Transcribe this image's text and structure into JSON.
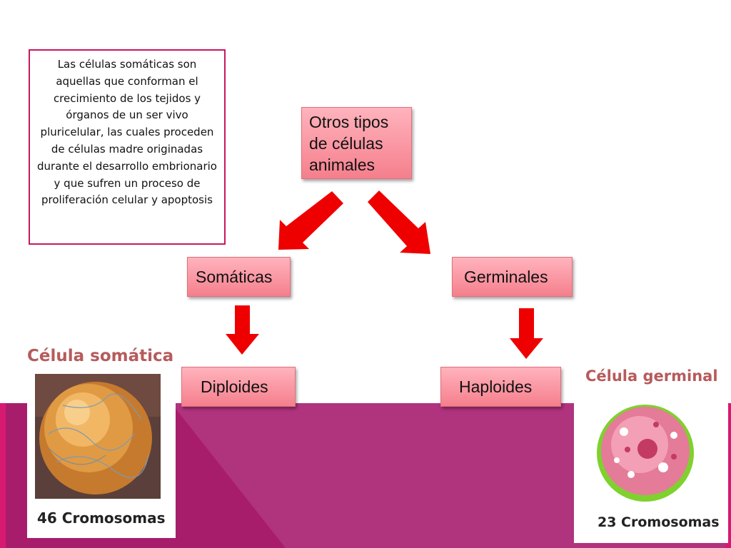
{
  "colors": {
    "magenta": "#b0337e",
    "dark_magenta": "#8e1a60",
    "hot_pink": "#d61a72",
    "box_pink_top": "#ffb3bd",
    "box_pink_bottom": "#f57f8c",
    "arrow_red": "#ee0000",
    "note_border": "#c8185f",
    "caption_red": "#b65b5b"
  },
  "note": {
    "text": "Las células somáticas son aquellas que conforman el crecimiento de los tejidos y órganos de un ser vivo pluricelular, las cuales proceden de células madre originadas durante el desarrollo embrionario y que sufren un proceso de proliferación celular y apoptosis"
  },
  "nodes": {
    "root": "Otros tipos de células animales",
    "left": "Somáticas",
    "right": "Germinales",
    "left_child": "Diploides",
    "right_child": "Haploides"
  },
  "somatic_cell": {
    "title": "Célula somática",
    "caption": "46 Cromosomas"
  },
  "germ_cell": {
    "title": "Célula germinal",
    "caption": "23 Cromosomas"
  }
}
